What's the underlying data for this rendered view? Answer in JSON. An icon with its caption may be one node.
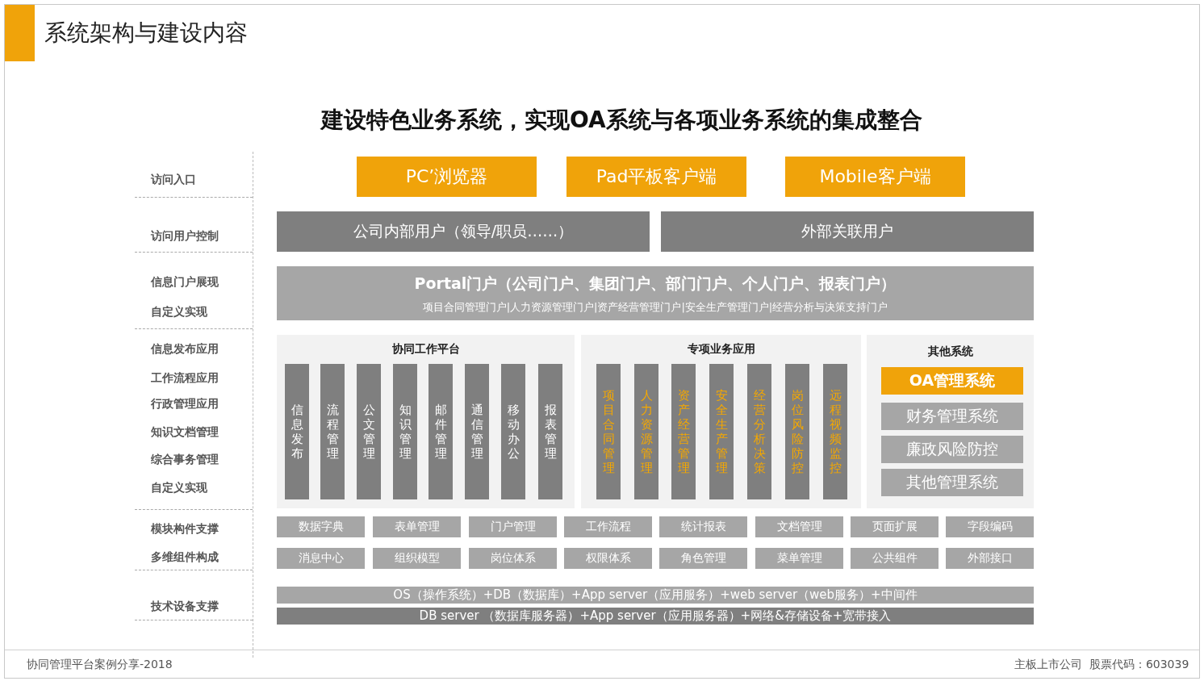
{
  "diagram": {
    "title": "系统架构与建设内容",
    "nodes": [
      {
        "text": [
          "PC’浏览器"
        ]
      },
      {
        "text": [
          "Pad平板客户端"
        ]
      },
      {
        "text": [
          "Mobile客户端"
        ]
      },
      {
        "text": [
          "公司内部用户（领导/职员……）"
        ]
      },
      {
        "text": [
          "外部关联用户"
        ]
      },
      {
        "text": [
          "Portal门户（公司门户、集团门户、部门门户、个人门户、报表门户）",
          "项目合同管理门户|人力资源管理门户|资产经营管理门户|安全生产管理门户|经营分析与决策支持门户"
        ]
      },
      {
        "text": [
          "协同工作平台"
        ]
      },
      {
        "text": [
          "信息发布"
        ],
        "in": 6
      },
      {
        "text": [
          "流程管理"
        ],
        "in": 6
      },
      {
        "text": [
          "公文管理"
        ],
        "in": 6
      },
      {
        "text": [
          "知识管理"
        ],
        "in": 6
      },
      {
        "text": [
          "邮件管理"
        ],
        "in": 6
      },
      {
        "text": [
          "通信管理"
        ],
        "in": 6
      },
      {
        "text": [
          "移动办公"
        ],
        "in": 6
      },
      {
        "text": [
          "报表管理"
        ],
        "in": 6
      },
      {
        "text": [
          "专项业务应用"
        ]
      },
      {
        "text": [
          "项目合同管理"
        ],
        "in": 15
      },
      {
        "text": [
          "人力资源管理"
        ],
        "in": 15
      },
      {
        "text": [
          "资产经营管理"
        ],
        "in": 15
      },
      {
        "text": [
          "安全生产管理"
        ],
        "in": 15
      },
      {
        "text": [
          "经营分析决策"
        ],
        "in": 15
      },
      {
        "text": [
          "岗位风险防控"
        ],
        "in": 15
      },
      {
        "text": [
          "远程视频监控"
        ],
        "in": 15
      },
      {
        "text": [
          "其他系统"
        ]
      },
      {
        "text": [
          "OA管理系统"
        ],
        "in": 23
      },
      {
        "text": [
          "财务管理系统"
        ],
        "in": 23
      },
      {
        "text": [
          "廉政风险防控"
        ],
        "in": 23
      },
      {
        "text": [
          "其他管理系统"
        ],
        "in": 23
      },
      {
        "text": [
          "数据字典"
        ]
      },
      {
        "text": [
          "表单管理"
        ]
      },
      {
        "text": [
          "门户管理"
        ]
      },
      {
        "text": [
          "工作流程"
        ]
      },
      {
        "text": [
          "统计报表"
        ]
      },
      {
        "text": [
          "文档管理"
        ]
      },
      {
        "text": [
          "页面扩展"
        ]
      },
      {
        "text": [
          "字段编码"
        ]
      },
      {
        "text": [
          "消息中心"
        ]
      },
      {
        "text": [
          "组织模型"
        ]
      },
      {
        "text": [
          "岗位体系"
        ]
      },
      {
        "text": [
          "权限体系"
        ]
      },
      {
        "text": [
          "角色管理"
        ]
      },
      {
        "text": [
          "菜单管理"
        ]
      },
      {
        "text": [
          "公共组件"
        ]
      },
      {
        "text": [
          "外部接口"
        ]
      },
      {
        "text": [
          "OS（操作系统）+DB（数据库）+App server（应用服务）+web server（web服务）+中间件"
        ]
      },
      {
        "text": [
          "DB server （数据库服务器）+App server（应用服务器）+网络&存储设备+宽带接入"
        ]
      }
    ],
    "labels": [
      "建设特色业务系统，实现OA系统与各项业务系统的集成整合",
      "访问入口",
      "访问用户控制",
      "信息门户展现",
      "自定义实现",
      "信息发布应用",
      "工作流程应用",
      "行政管理应用",
      "知识文档管理",
      "综合事务管理",
      "自定义实现",
      "模块构件支撑",
      "多维组件构成",
      "技术设备支撑",
      "协同管理平台案例分享-2018",
      "主板上市公司  股票代码：603039"
    ]
  }
}
